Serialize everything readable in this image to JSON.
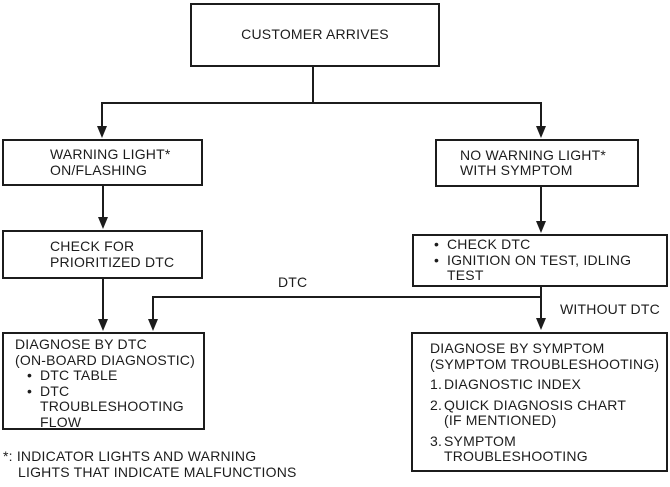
{
  "flowchart": {
    "boxes": {
      "customer_arrives": {
        "label": "CUSTOMER ARRIVES"
      },
      "warning_light": {
        "line1": "WARNING LIGHT*",
        "line2": "ON/FLASHING"
      },
      "no_warning_light": {
        "line1": "NO WARNING LIGHT*",
        "line2": "WITH SYMPTOM"
      },
      "check_prioritized_dtc": {
        "line1": "CHECK FOR",
        "line2": "PRIORITIZED DTC"
      },
      "check_dtc": {
        "bullet1": "CHECK DTC",
        "bullet2_line1": "IGNITION ON TEST, IDLING",
        "bullet2_line2": "TEST"
      },
      "diagnose_by_dtc": {
        "title_line1": "DIAGNOSE BY DTC",
        "title_line2": "(ON-BOARD DIAGNOSTIC)",
        "bullet1": "DTC TABLE",
        "bullet2_line1": "DTC",
        "bullet2_line2": "TROUBLESHOOTING",
        "bullet2_line3": "FLOW"
      },
      "diagnose_by_symptom": {
        "title_line1": "DIAGNOSE BY SYMPTOM",
        "title_line2": "(SYMPTOM TROUBLESHOOTING)",
        "item1_num": "1.",
        "item1_line1": "DIAGNOSTIC INDEX",
        "item2_num": "2.",
        "item2_line1": "QUICK DIAGNOSIS CHART",
        "item2_line2": "(IF MENTIONED)",
        "item3_num": "3.",
        "item3_line1": "SYMPTOM",
        "item3_line2": "TROUBLESHOOTING"
      }
    },
    "edge_labels": {
      "dtc": "DTC",
      "without_dtc": "WITHOUT DTC"
    },
    "footnote": {
      "line1": "*: INDICATOR LIGHTS AND WARNING",
      "line2": "LIGHTS THAT INDICATE MALFUNCTIONS"
    },
    "colors": {
      "line": "#1c1c1c",
      "background": "#ffffff"
    }
  }
}
